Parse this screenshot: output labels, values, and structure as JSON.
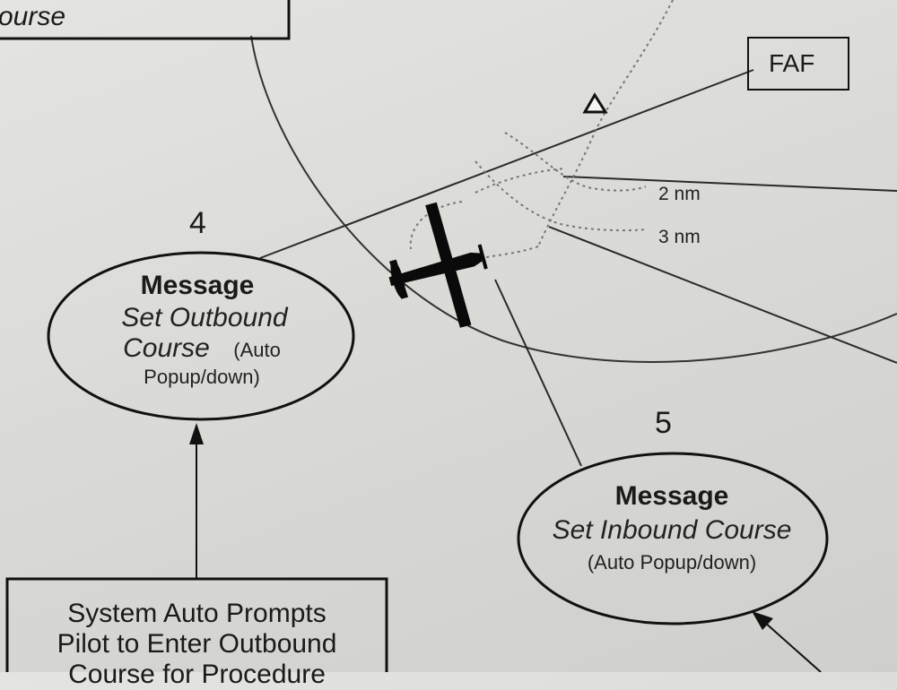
{
  "top_box": {
    "text_fragment": "ourse"
  },
  "faf": {
    "label": "FAF"
  },
  "distances": {
    "d2": "2 nm",
    "d3": "3 nm"
  },
  "step4": {
    "number": "4",
    "title": "Message",
    "line1": "Set Outbound",
    "line2": "Course",
    "auto": "(Auto",
    "popup": "Popup/down)"
  },
  "step5": {
    "number": "5",
    "title": "Message",
    "line1": "Set Inbound Course",
    "popup": "(Auto Popup/down)"
  },
  "prompt_box": {
    "line1": "System Auto Prompts",
    "line2": "Pilot to Enter Outbound",
    "line3": "Course for Procedure"
  },
  "icons": {
    "aircraft": "airplane-icon",
    "faf_marker": "triangle-icon"
  }
}
